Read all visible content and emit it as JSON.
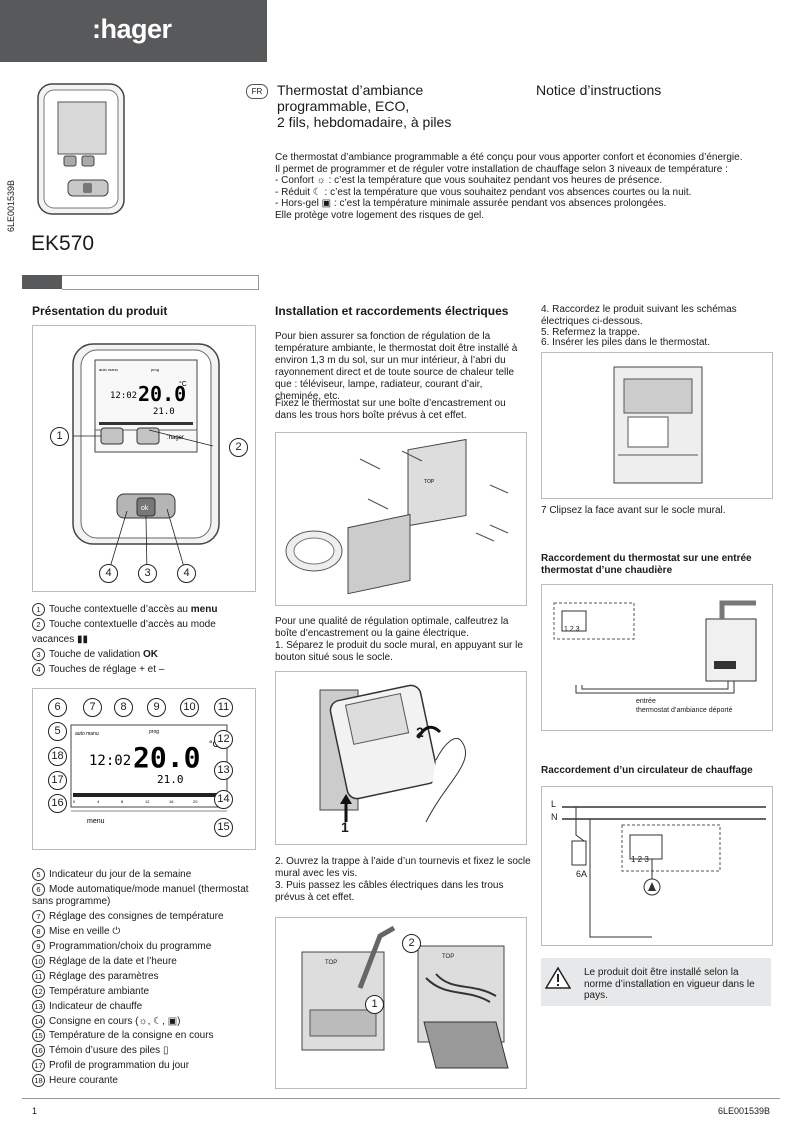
{
  "header": {
    "brand": ":hager",
    "lang": "FR",
    "title_lines": [
      "Thermostat d’ambiance",
      "programmable, ECO,",
      "2 fils, hebdomadaire, à piles"
    ],
    "notice": "Notice d’instructions",
    "doc_code": "6LE001539B",
    "model": "EK570"
  },
  "intro": [
    "Ce thermostat d’ambiance programmable a été conçu pour vous apporter confort et économies d’énergie.",
    "Il permet de programmer et de réguler votre installation de chauffage selon 3 niveaux de température :",
    "- Confort ☼ : c’est la température que vous souhaitez pendant vos heures de présence.",
    "- Réduit ☾ : c’est la température que vous souhaitez pendant vos absences courtes ou la nuit.",
    "- Hors-gel ▣ : c’est la température minimale assurée pendant vos absences prolongées.",
    "Elle protège votre logement des risques de gel."
  ],
  "col1": {
    "heading": "Présentation du produit",
    "device": {
      "lcd_time": "12:02",
      "lcd_temp": "20.0",
      "lcd_unit": "°C",
      "lcd_set": "21.0",
      "lcd_auto": "auto manu",
      "lcd_prog": "prog",
      "menu_label": "menu",
      "brand_small": ":hager",
      "ok_label": "ok",
      "callouts": [
        "1",
        "2",
        "4",
        "3",
        "4"
      ]
    },
    "legend1": [
      {
        "n": "1",
        "text": "Touche contextuelle d’accès au ",
        "bold": "menu"
      },
      {
        "n": "2",
        "text": "Touche contextuelle d’accès au mode vacances ▮▮",
        "bold": ""
      },
      {
        "n": "3",
        "text": "Touche de validation ",
        "bold": "OK"
      },
      {
        "n": "4",
        "text": "Touches de réglage + et –",
        "bold": ""
      }
    ],
    "lcd_callouts": [
      "6",
      "7",
      "8",
      "9",
      "10",
      "11",
      "5",
      "12",
      "18",
      "13",
      "17",
      "14",
      "16",
      "15"
    ],
    "lcd_scale": [
      "0",
      "4",
      "8",
      "12",
      "16",
      "20",
      "24"
    ],
    "legend2": [
      {
        "n": "5",
        "text": "Indicateur du jour de la semaine"
      },
      {
        "n": "6",
        "text": "Mode automatique/mode manuel (thermostat sans programme)"
      },
      {
        "n": "7",
        "text": "Réglage des consignes de température"
      },
      {
        "n": "8",
        "text": "Mise en veille ⏻"
      },
      {
        "n": "9",
        "text": "Programmation/choix du programme"
      },
      {
        "n": "10",
        "text": "Réglage de la date et l’heure"
      },
      {
        "n": "11",
        "text": "Réglage des paramètres"
      },
      {
        "n": "12",
        "text": "Température ambiante"
      },
      {
        "n": "13",
        "text": "Indicateur de chauffe"
      },
      {
        "n": "14",
        "text": "Consigne en cours (☼, ☾, ▣)"
      },
      {
        "n": "15",
        "text": "Température de la consigne en cours"
      },
      {
        "n": "16",
        "text": "Témoin d’usure des piles ▯"
      },
      {
        "n": "17",
        "text": "Profil de programmation du jour"
      },
      {
        "n": "18",
        "text": "Heure courante"
      }
    ]
  },
  "col2": {
    "heading": "Installation et raccordements électriques",
    "p1": "Pour bien assurer sa fonction de régulation de la température ambiante, le thermostat doit être installé à environ 1,3 m du sol, sur un mur intérieur, à l’abri du rayonnement direct et de toute source de chaleur telle que : téléviseur, lampe, radiateur, courant d’air, cheminée, etc.",
    "p2": "Fixez le thermostat sur une boîte d’encastrement ou dans les trous hors boîte prévus à cet effet.",
    "p3": "Pour une qualité de régulation optimale, calfeutrez la boîte d’encastrement ou la gaine électrique.",
    "step1": "1.  Séparez le produit du socle mural, en appuyant sur le bouton situé sous le socle.",
    "step2": "2.  Ouvrez la trappe à l’aide d’un tournevis et fixez le socle mural avec les vis.",
    "step3": "3.  Puis passez les câbles électriques dans les trous prévus à cet effet.",
    "fig_labels": {
      "one": "1",
      "two": "2",
      "top": "TOP"
    }
  },
  "col3": {
    "step4": "4. Raccordez le produit suivant les schémas électriques ci-dessous.",
    "step5": "5. Refermez la trappe.",
    "step6": "6. Insérer les piles dans le thermostat.",
    "step7": "7 Clipsez la face avant sur le socle mural.",
    "h_boiler": "Raccordement du thermostat sur une entrée thermostat d’une chaudière",
    "boiler_terms": "1 2 3",
    "boiler_caption": [
      "entrée",
      "thermostat d’ambiance déporté"
    ],
    "h_pump": "Raccordement d’un circulateur de chauffage",
    "pump_L": "L",
    "pump_N": "N",
    "pump_fuse": "6A",
    "pump_terms": "1 2 3",
    "warning": "Le produit doit être installé selon la norme d’installation en vigueur dans le pays."
  },
  "footer": {
    "page": "1",
    "code": "6LE001539B"
  }
}
